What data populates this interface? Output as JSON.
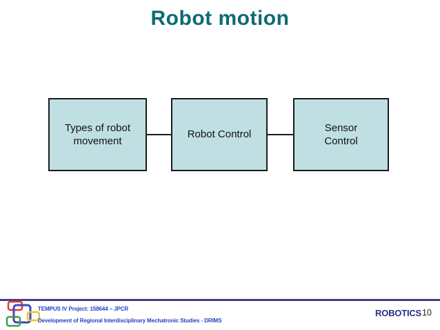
{
  "slide": {
    "title": "Robot motion",
    "page_number": "10"
  },
  "diagram": {
    "boxes": [
      {
        "label": "Types of robot\nmovement"
      },
      {
        "label": "Robot Control"
      },
      {
        "label": "Sensor\nControl"
      }
    ]
  },
  "footer": {
    "project_line": "TEMPUS IV Project: 158644 – JPCR",
    "program_line": "Development of Regional Interdisciplinary Mechatronic Studies - DRIMS",
    "brand": "ROBOTICS"
  },
  "logo": {
    "name": "tempus-project-logo",
    "colors": {
      "red": "#D93A2B",
      "blue": "#4447B2",
      "yellow": "#E3C831",
      "green": "#3C9E47"
    }
  },
  "colors": {
    "title_teal": "#0E6A72",
    "box_fill": "#BFDFE3",
    "box_border": "#1A1A1A",
    "footer_blue": "#2640BE",
    "footer_rule": "#3E3E90",
    "brand_navy": "#293085",
    "page_number": "#222222"
  }
}
